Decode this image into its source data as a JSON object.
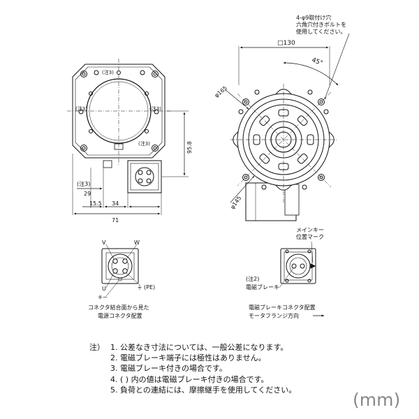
{
  "views": {
    "front": {
      "note3": "(注3)",
      "dim_95_8": "95.8",
      "dim_29": "29",
      "dim_15_5": "15.5",
      "dim_34": "34",
      "dim_71": "71"
    },
    "flange": {
      "callout_line1": "4-φ9取付け穴",
      "callout_line2": "六角穴付きボルトを",
      "callout_line3": "使用してください。",
      "dim_130": "□130",
      "dim_45": "45°",
      "dim_165": "φ165",
      "dim_145": "φ145"
    },
    "power_connector": {
      "pin_v": "V",
      "pin_w": "W",
      "pin_u": "U",
      "key": "キー",
      "pe": "(PE)",
      "caption_line1": "コネクタ結合面から見た",
      "caption_line2": "電源コネクタ配置"
    },
    "brake_connector": {
      "key_mark_line1": "メインキー",
      "key_mark_line2": "位置マーク",
      "brake_note": "(注2)",
      "brake_label": "電磁ブレーキ",
      "caption_line1": "電磁ブレーキコネクタ配置",
      "caption_line2": "モータフランジ方向"
    }
  },
  "notes": {
    "heading": "注）",
    "items": [
      "1. 公差なき寸法については、一般公差になります。",
      "2. 電磁ブレーキ端子には極性はありません。",
      "3. 電磁ブレーキ付きの場合です。",
      "4. (  ) 内の値は電磁ブレーキ付きの場合です。",
      "5. 負荷との連結には、摩擦継手を使用してください。"
    ]
  },
  "unit": "(mm)"
}
